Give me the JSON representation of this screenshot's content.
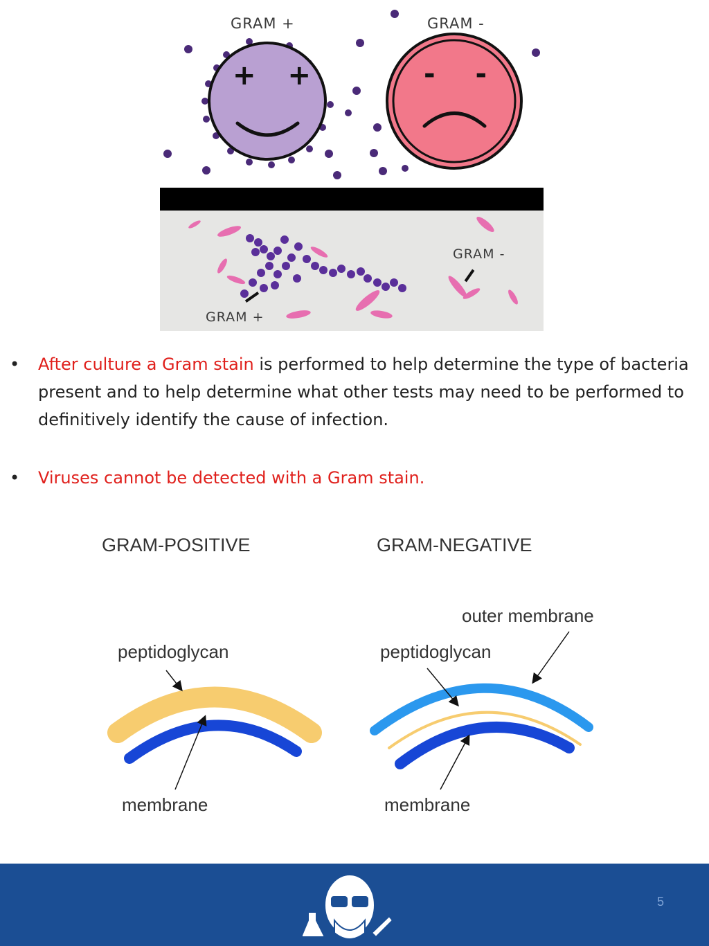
{
  "top_figure": {
    "gram_pos_label": "GRAM +",
    "gram_neg_label": "GRAM -",
    "gram_pos_symbol": "+ +",
    "gram_neg_symbol": "- -",
    "micro_label_neg": "GRAM -",
    "micro_label_pos": "GRAM +",
    "colors": {
      "purple": "#b9a0d2",
      "pink": "#f2788a",
      "dot": "#4a2a78"
    }
  },
  "bullets": [
    {
      "highlight": "After culture a Gram stain",
      "text": " is performed to help determine the type of bacteria present and to help determine what other tests may need to be performed to definitively identify the cause of infection."
    },
    {
      "highlight": "Viruses cannot be detected with a Gram stain.",
      "text": ""
    }
  ],
  "diagram": {
    "pos_title": "GRAM-POSITIVE",
    "neg_title": "GRAM-NEGATIVE",
    "pos_peptidoglycan": "peptidoglycan",
    "pos_membrane": "membrane",
    "neg_outer": "outer membrane",
    "neg_peptidoglycan": "peptidoglycan",
    "neg_membrane": "membrane",
    "colors": {
      "peptidoglycan": "#f7cc6f",
      "membrane": "#1746d6",
      "outer": "#2b98ee"
    }
  },
  "footer": {
    "page_number": "5",
    "logo_icon": "scientist-mascot-icon"
  }
}
